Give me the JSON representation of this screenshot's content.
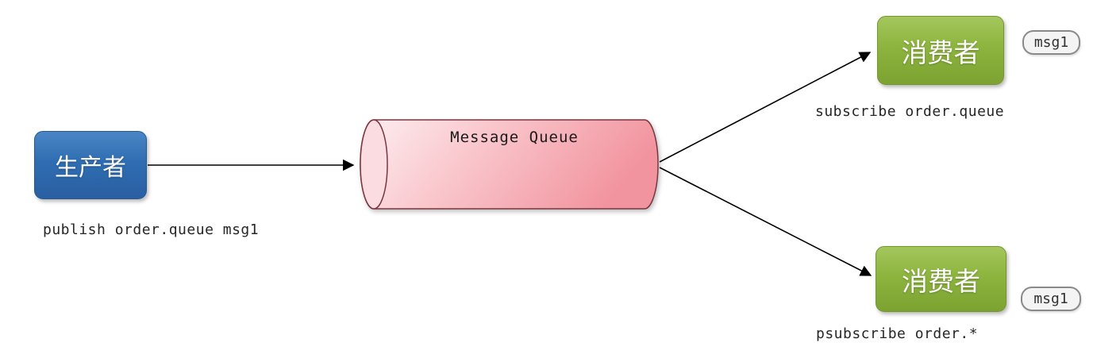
{
  "producer": {
    "label": "生产者",
    "caption": "publish order.queue msg1"
  },
  "queue": {
    "label": "Message Queue"
  },
  "consumers": {
    "top": {
      "label": "消费者",
      "caption": "subscribe order.queue",
      "badge": "msg1"
    },
    "bottom": {
      "label": "消费者",
      "caption": "psubscribe order.*",
      "badge": "msg1"
    }
  },
  "colors": {
    "producer_blue": "#2f6db2",
    "consumer_green": "#8db43e",
    "queue_fill_light": "#fdeff1",
    "queue_fill_mid": "#f9c5cb",
    "queue_fill_dark": "#f2949f",
    "queue_cap_fill": "#fbdce1",
    "queue_stroke": "#7b3640",
    "arrow_stroke": "#000000",
    "badge_bg": "#f4f4f4",
    "badge_border": "#8a8a8a"
  }
}
